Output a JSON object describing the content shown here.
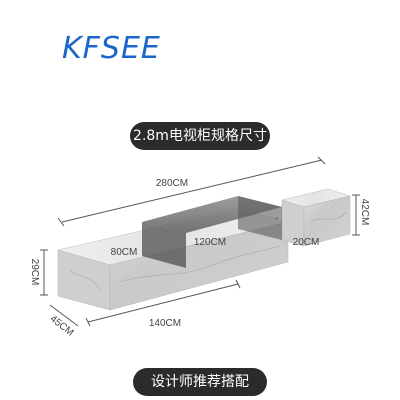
{
  "brand": "KFSEE",
  "title": "2.8m电视柜规格尺寸",
  "footer": "设计师推荐搭配",
  "dimensions": {
    "overall_length": "280CM",
    "height_right": "42CM",
    "height_left": "29CM",
    "depth": "45CM",
    "base_length": "140CM",
    "inner_length": "80CM",
    "glass_length": "120CM",
    "right_offset": "20CM"
  },
  "colors": {
    "brand": "#1b66c9",
    "pill": "#2b2b2b",
    "marble": "#d8d8d8",
    "glass": "#6e6e6e"
  }
}
